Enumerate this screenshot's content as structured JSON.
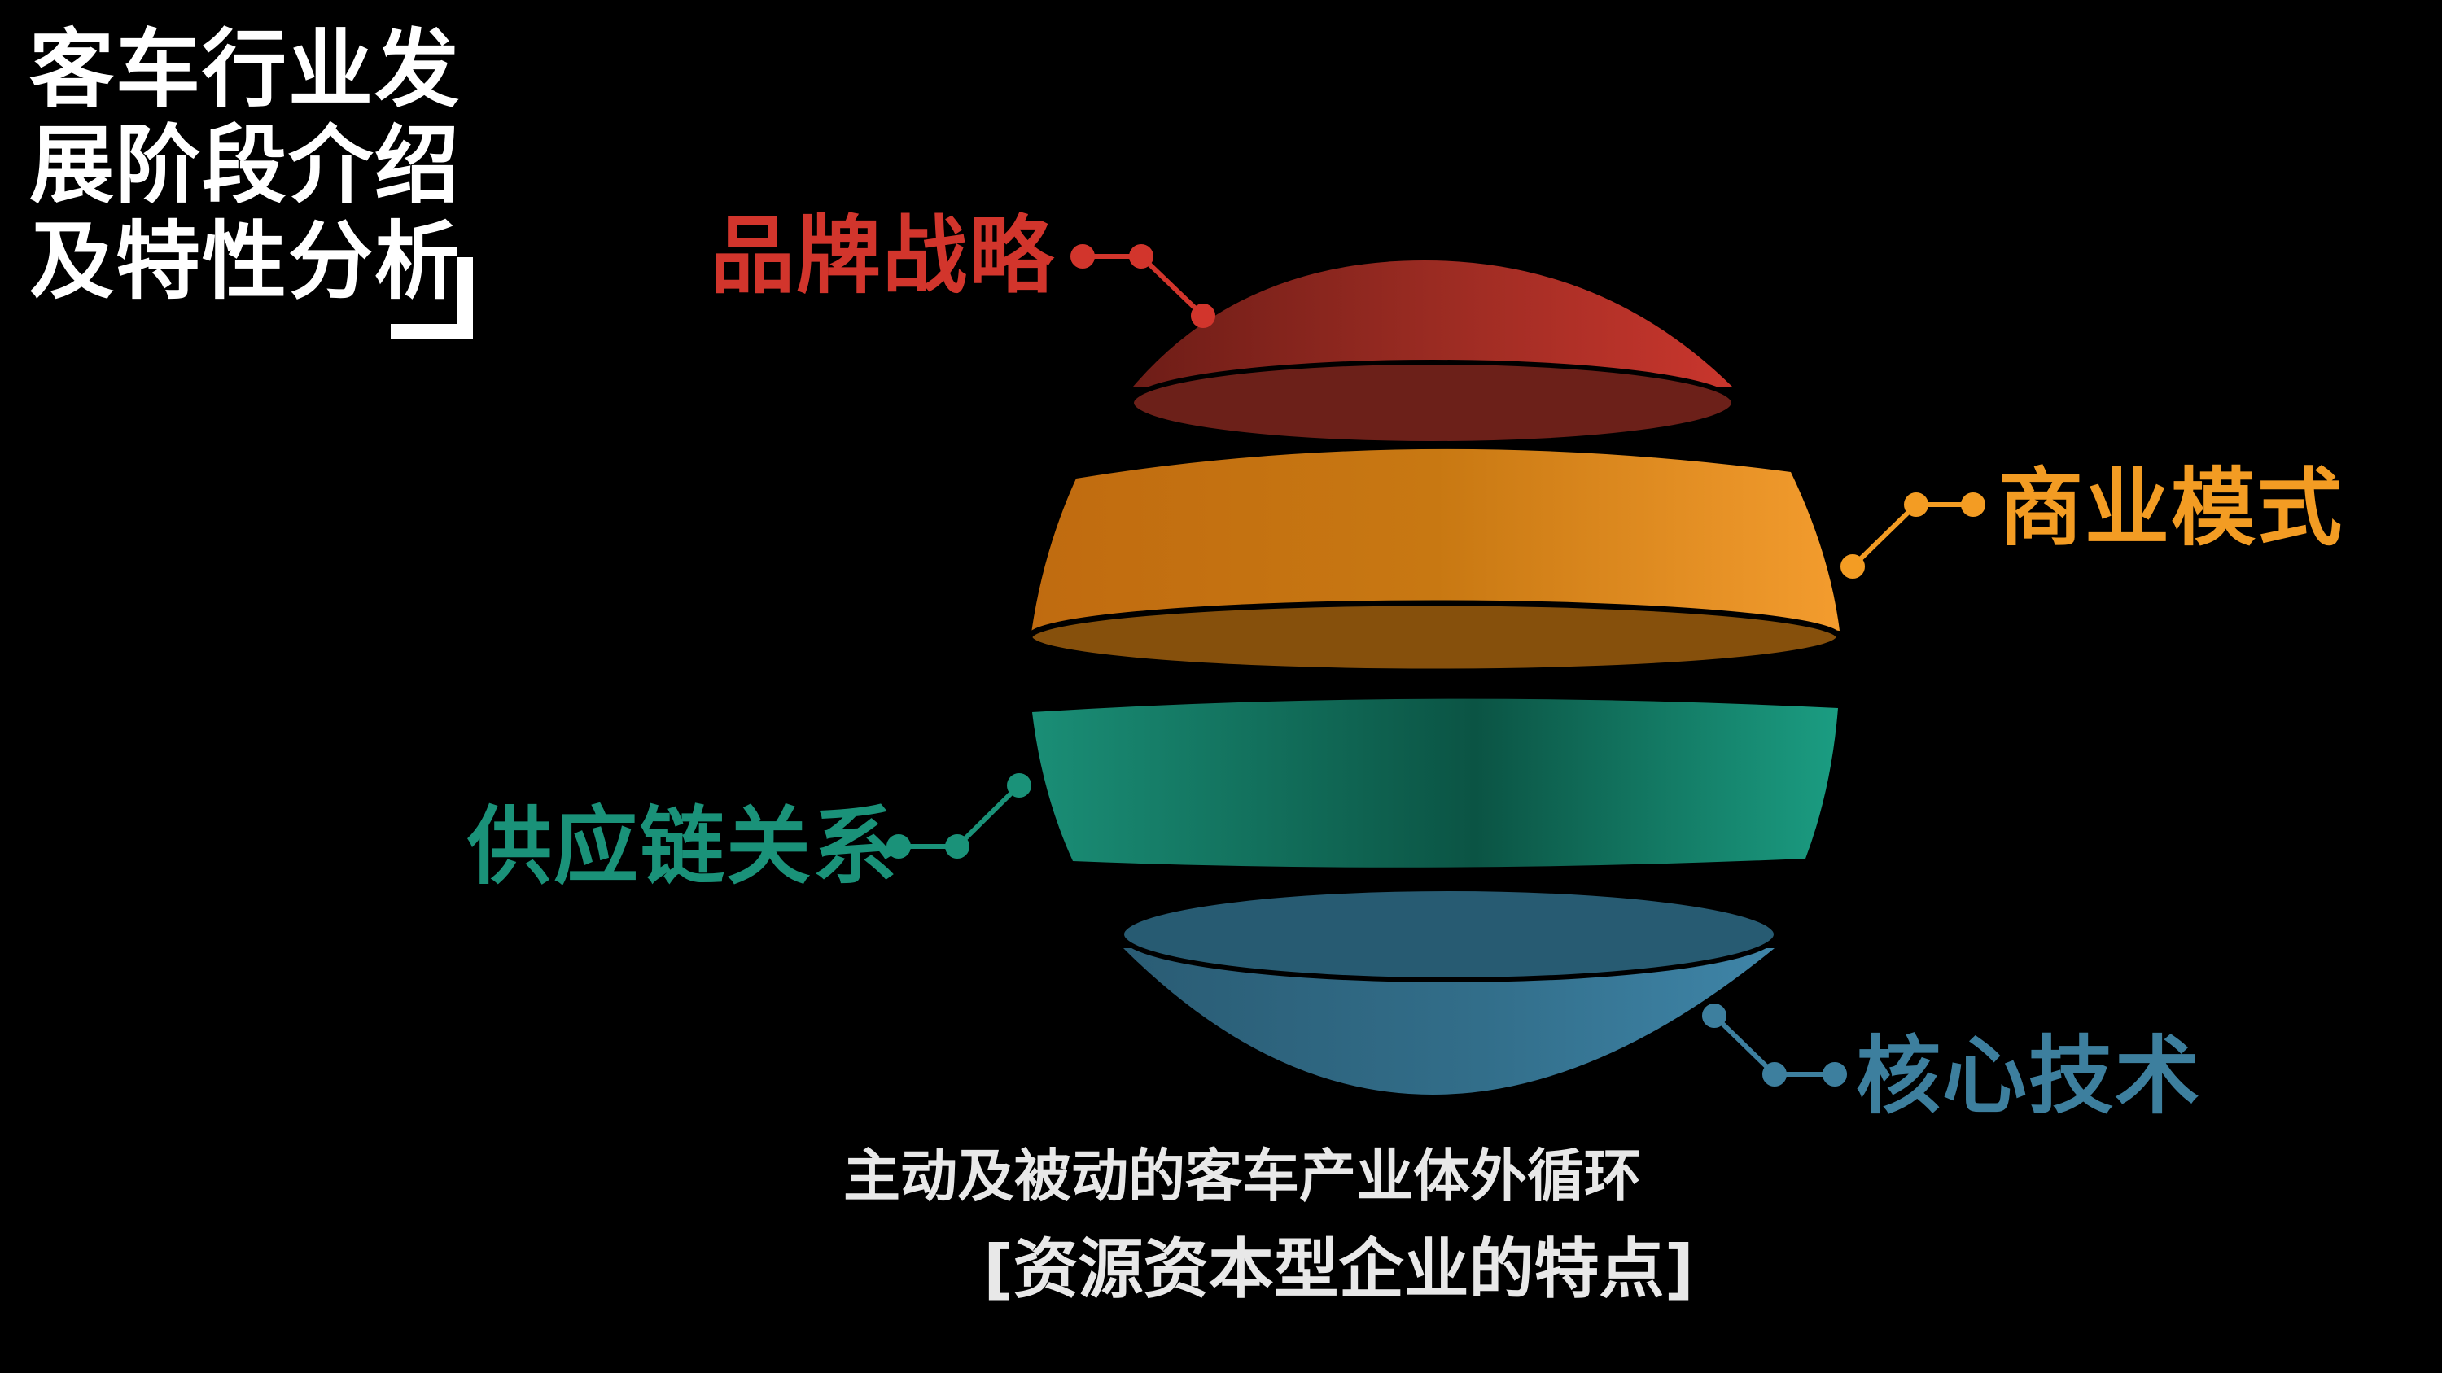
{
  "title": {
    "lines": [
      "客车行业发",
      "展阶段介绍",
      "及特性分析"
    ]
  },
  "segments": [
    {
      "label": "品牌战略",
      "color": "#d2352c"
    },
    {
      "label": "商业模式",
      "color": "#f39c23"
    },
    {
      "label": "供应链关系",
      "color": "#1a9279"
    },
    {
      "label": "核心技术",
      "color": "#3d7f9e"
    }
  ],
  "caption": {
    "line1": "主动及被动的客车产业体外循环",
    "line2": "[资源资本型企业的特点]"
  }
}
